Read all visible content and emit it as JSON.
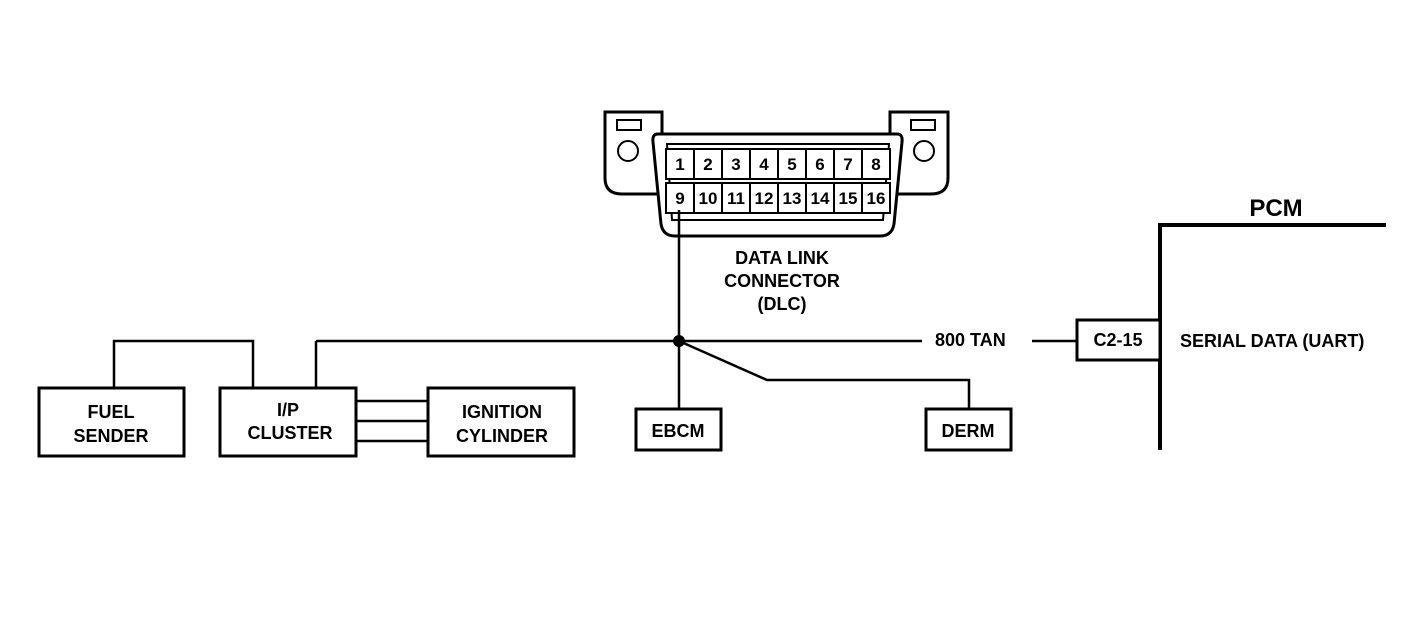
{
  "connector": {
    "pins_top": [
      "1",
      "2",
      "3",
      "4",
      "5",
      "6",
      "7",
      "8"
    ],
    "pins_bottom": [
      "9",
      "10",
      "11",
      "12",
      "13",
      "14",
      "15",
      "16"
    ],
    "label_lines": [
      "DATA LINK",
      "CONNECTOR",
      "(DLC)"
    ]
  },
  "modules": {
    "fuel_sender": [
      "FUEL",
      "SENDER"
    ],
    "ip_cluster": [
      "I/P",
      "CLUSTER"
    ],
    "ignition_cylinder": [
      "IGNITION",
      "CYLINDER"
    ],
    "ebcm": "EBCM",
    "derm": "DERM"
  },
  "wire_label": "800 TAN",
  "pcm": {
    "title": "PCM",
    "terminal": "C2-15",
    "circuit": "SERIAL DATA (UART)"
  }
}
